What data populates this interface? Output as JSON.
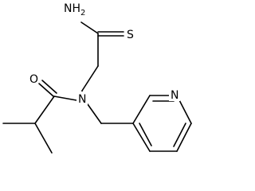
{
  "diagram": {
    "type": "chemical-structure",
    "atom_labels": {
      "nh2": "NH",
      "nh2_subscript": "2",
      "sulfur": "S",
      "oxygen": "O",
      "amide_nitrogen": "N",
      "pyridine_nitrogen": "N"
    }
  }
}
